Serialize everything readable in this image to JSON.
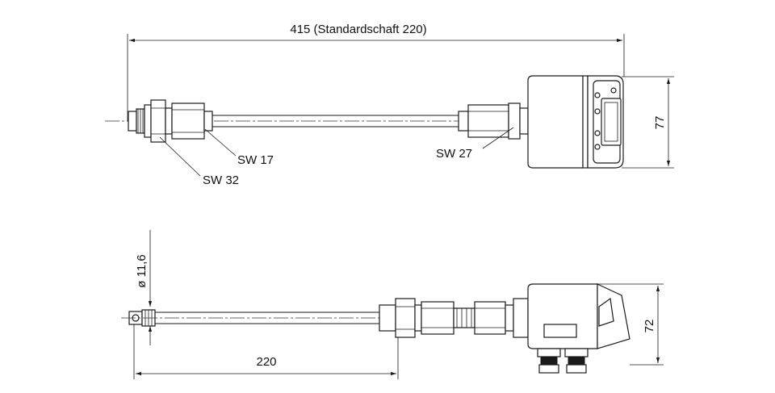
{
  "top_view": {
    "overall_length": "415 (Standardschaft 220)",
    "height": "77",
    "wrench_a": "SW 17",
    "wrench_b": "SW 32",
    "wrench_c": "SW 27"
  },
  "side_view": {
    "shaft_diameter": "ø 11,6",
    "shaft_length": "220",
    "height": "72"
  }
}
